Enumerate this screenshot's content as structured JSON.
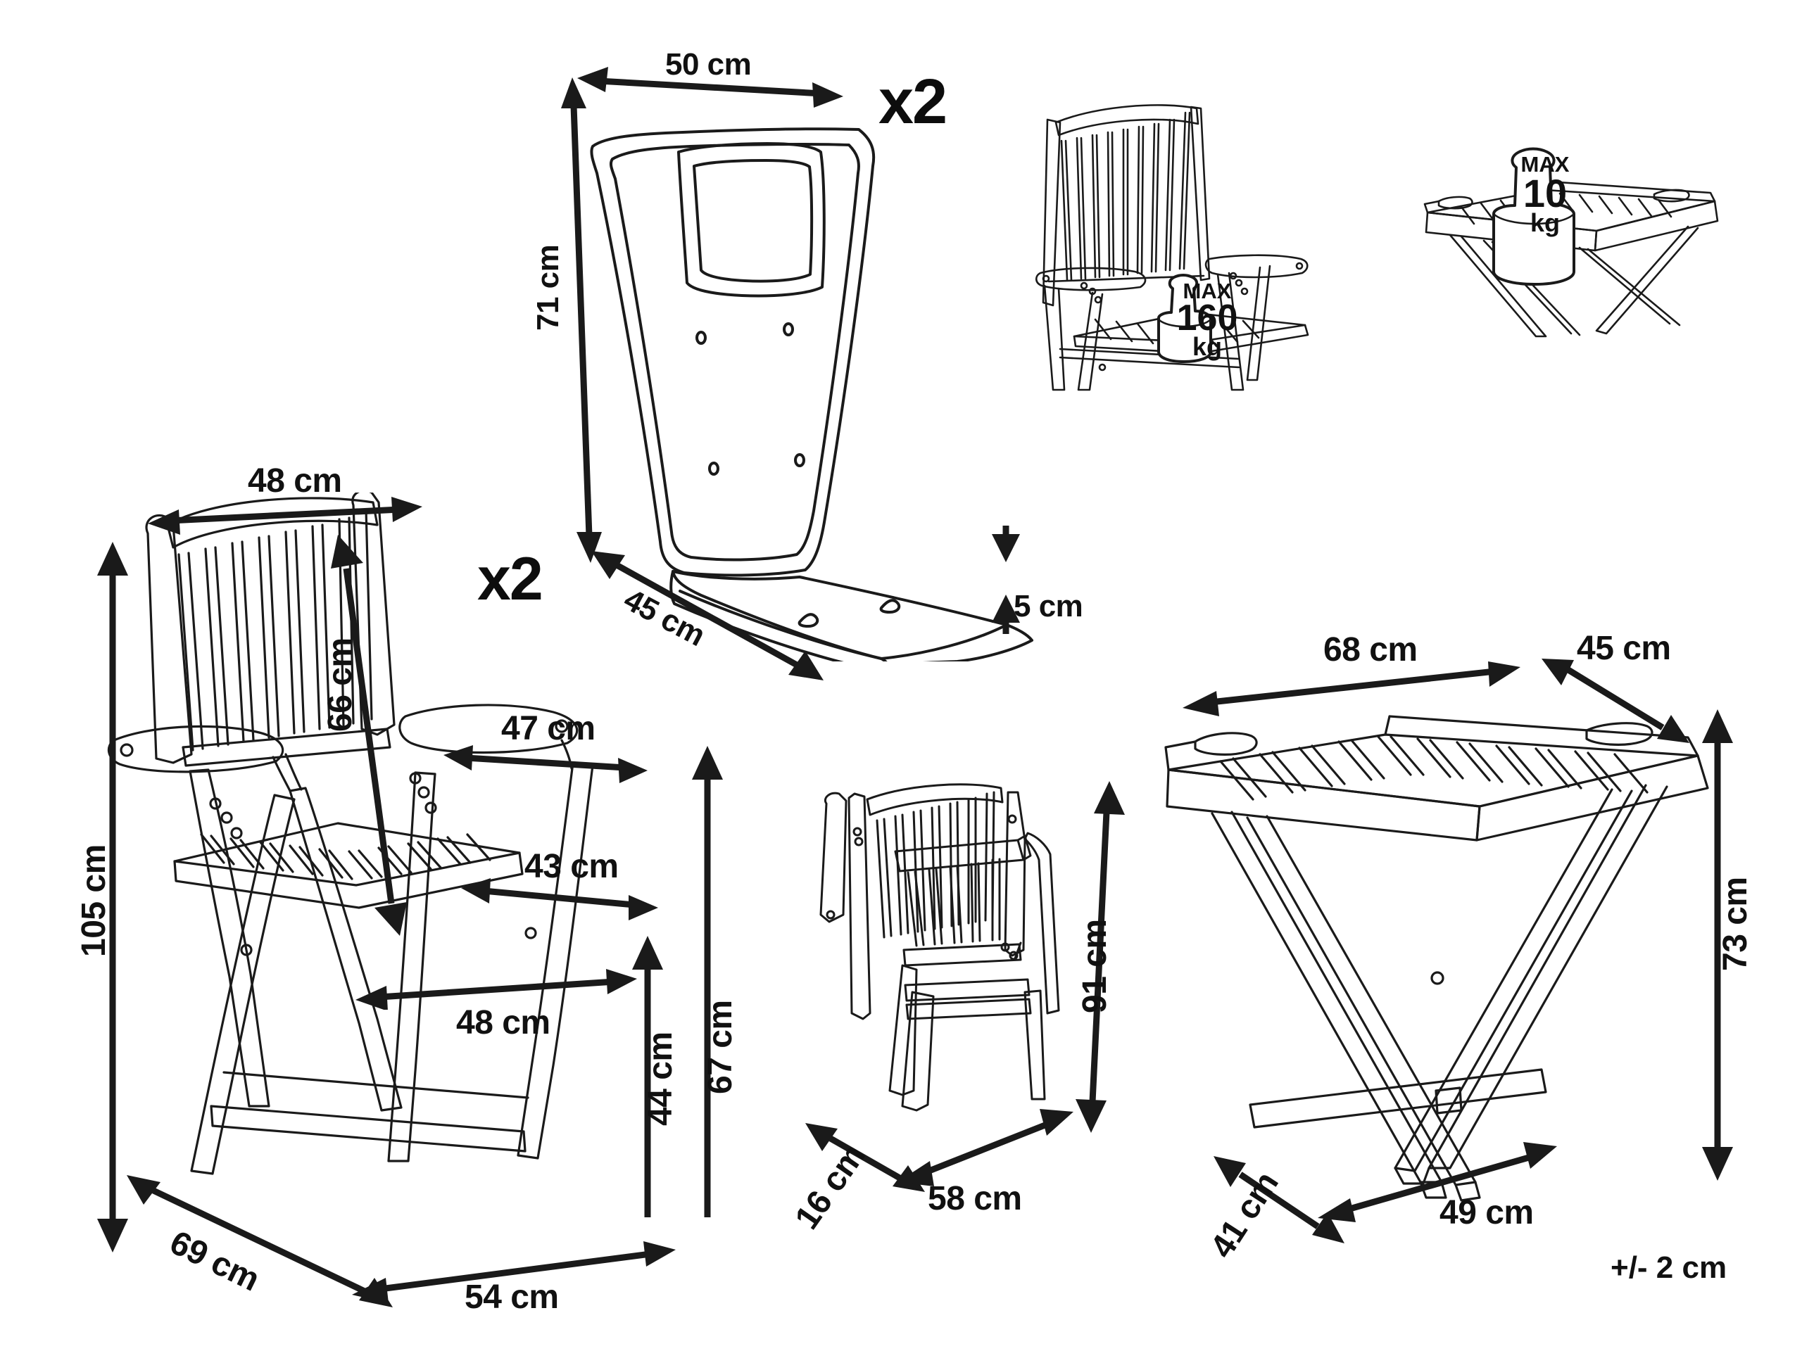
{
  "diagram": {
    "title": "Garden furniture set dimension diagram",
    "tolerance_note": "+/- 2 cm",
    "stroke_color": "#1a1a1a",
    "text_color": "#111111",
    "background": "#ffffff"
  },
  "items": {
    "cushion": {
      "name": "High-back chair cushion",
      "quantity": "x2",
      "dimensions": {
        "width": "50 cm",
        "height": "71 cm",
        "depth": "45 cm",
        "thickness": "5 cm"
      }
    },
    "chair": {
      "name": "Folding garden chair",
      "quantity": "x2",
      "max_load": {
        "max_word": "MAX",
        "value": "160",
        "unit": "kg"
      },
      "dimensions": {
        "backrest_width": "48 cm",
        "total_height": "105 cm",
        "backrest_height": "66 cm",
        "armrest_depth": "47 cm",
        "seat_depth": "43 cm",
        "seat_width": "48 cm",
        "seat_height": "44 cm",
        "armrest_height": "67 cm",
        "base_depth": "69 cm",
        "base_width": "54 cm"
      }
    },
    "chair_folded": {
      "name": "Folded chair",
      "dimensions": {
        "height": "91 cm",
        "thickness": "16 cm",
        "width": "58 cm"
      }
    },
    "table": {
      "name": "Folding tray table",
      "max_load": {
        "max_word": "MAX",
        "value": "10",
        "unit": "kg"
      },
      "dimensions": {
        "tray_width": "68 cm",
        "tray_depth": "45 cm",
        "height": "73 cm",
        "base_depth": "41 cm",
        "base_width": "49 cm"
      }
    }
  }
}
